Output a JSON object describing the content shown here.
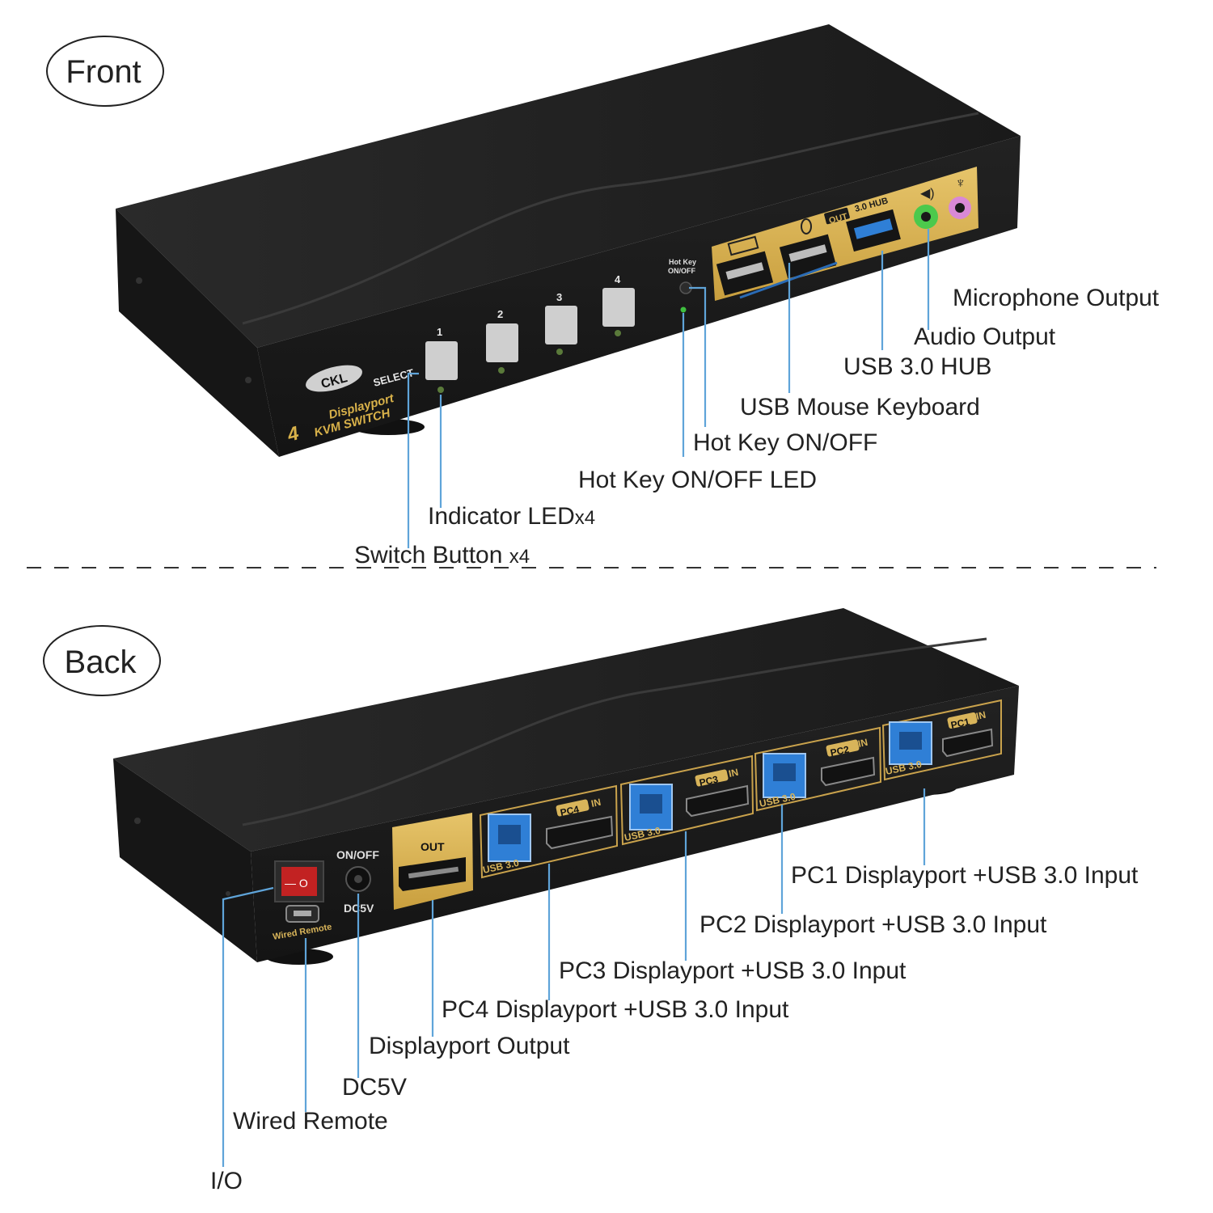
{
  "front": {
    "section_label": "Front",
    "device": {
      "brand": "CKL",
      "select_label": "SELECT",
      "product_line1": "Displayport",
      "product_line2": "KVM SWITCH",
      "product_prefix": "4",
      "button_numbers": [
        "1",
        "2",
        "3",
        "4"
      ],
      "hotkey_label1": "Hot Key",
      "hotkey_label2": "ON/OFF",
      "out_label": "OUT",
      "hub_label": "3.0 HUB"
    },
    "callouts": {
      "microphone": "Microphone Output",
      "audio": "Audio Output",
      "usb_hub": "USB 3.0 HUB",
      "usb_mouse_keyboard": "USB Mouse Keyboard",
      "hot_key": "Hot Key ON/OFF",
      "hot_key_led": "Hot Key ON/OFF LED",
      "indicator_led": "Indicator LED",
      "indicator_led_mult": "x4",
      "switch_button": "Switch Button ",
      "switch_button_mult": "x4"
    }
  },
  "back": {
    "section_label": "Back",
    "device": {
      "on_off_label": "ON/OFF",
      "dc_label": "DC5V",
      "out_label": "OUT",
      "remote_label": "Wired Remote",
      "switch_symbols": "— O",
      "ports": [
        {
          "pc_label": "PC4",
          "in_label": "IN",
          "usb_label": "USB 3.0"
        },
        {
          "pc_label": "PC3",
          "in_label": "IN",
          "usb_label": "USB 3.0"
        },
        {
          "pc_label": "PC2",
          "in_label": "IN",
          "usb_label": "USB 3.0"
        },
        {
          "pc_label": "PC1",
          "in_label": "IN",
          "usb_label": "USB 3.0"
        }
      ]
    },
    "callouts": {
      "pc1": "PC1 Displayport +USB 3.0 Input",
      "pc2": "PC2 Displayport +USB 3.0 Input",
      "pc3": "PC3 Displayport +USB 3.0 Input",
      "pc4": "PC4 Displayport +USB 3.0 Input",
      "dp_output": "Displayport Output",
      "dc5v": "DC5V",
      "wired_remote": "Wired Remote",
      "io": "I/O"
    }
  },
  "colors": {
    "leader": "#5fa4d9",
    "body": "#1c1c1c",
    "gold": "#d8b45a",
    "usb_blue": "#2f7fd6",
    "audio_green": "#4cc94c",
    "mic_pink": "#d989d6"
  }
}
